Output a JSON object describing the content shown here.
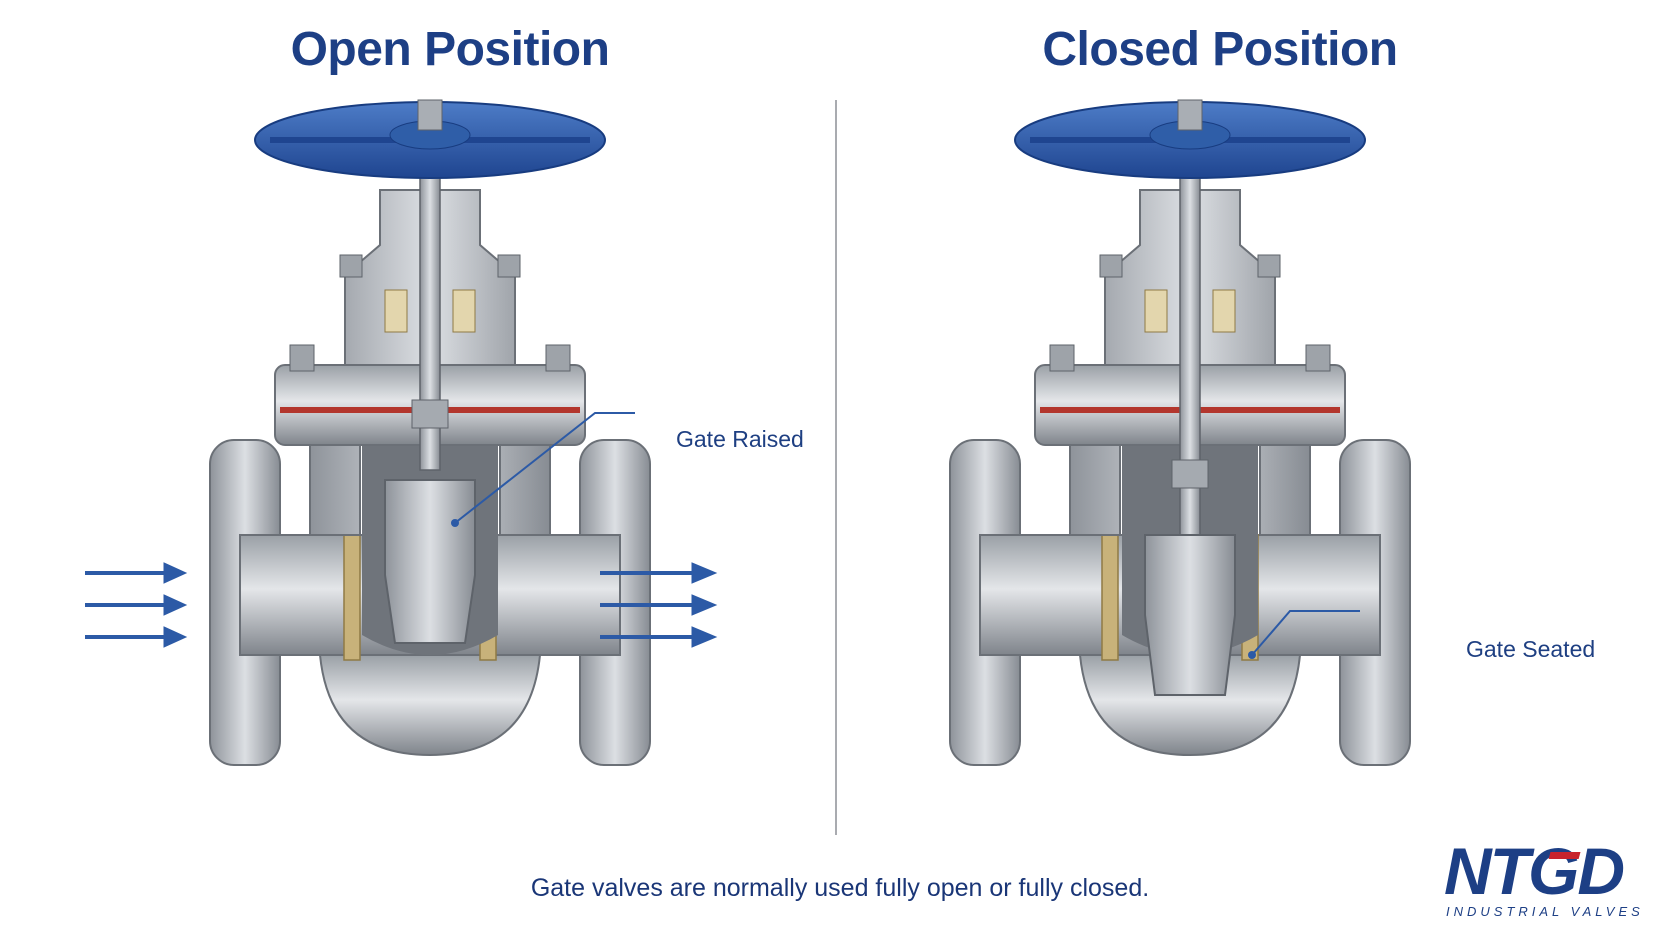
{
  "panels": {
    "open": {
      "title": "Open Position",
      "callout": "Gate Raised",
      "flow": "passing"
    },
    "closed": {
      "title": "Closed Position",
      "callout": "Gate Seated",
      "flow": "blocked"
    }
  },
  "caption": "Gate valves are normally used fully open or fully closed.",
  "logo": {
    "mark": "NTGD",
    "tagline": "INDUSTRIAL VALVES"
  },
  "colors": {
    "title": "#1d3f85",
    "handwheel": "#2f5ea8",
    "arrow": "#2c5aa6",
    "steel": "#b8bcc2",
    "seat": "#c8b27a"
  }
}
